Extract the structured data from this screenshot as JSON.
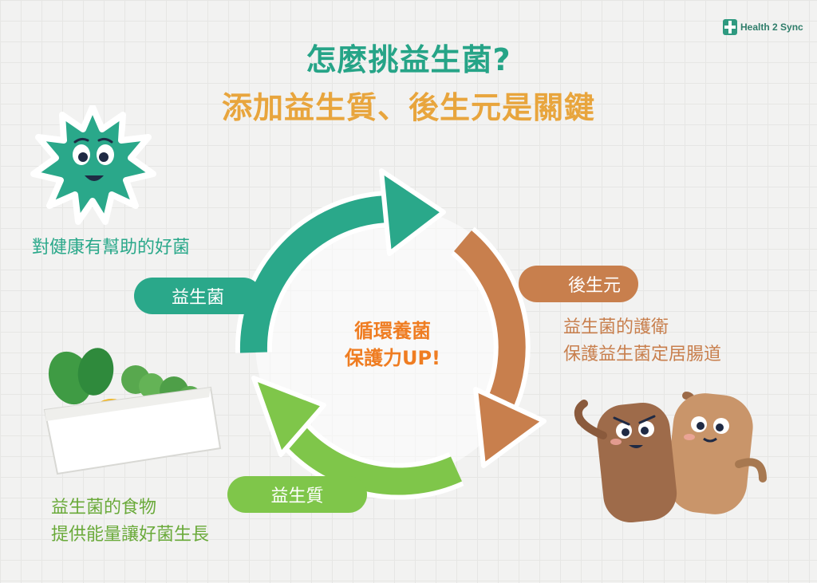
{
  "brand": {
    "logo_text": "Health 2 Sync"
  },
  "title": {
    "line1": "怎麼挑益生菌?",
    "line2": "添加益生質、後生元是關鍵"
  },
  "cycle": {
    "center_line1": "循環養菌",
    "center_line2": "保護力UP!",
    "probiotic": {
      "label": "益生菌",
      "desc": "對健康有幫助的好菌"
    },
    "postbiotic": {
      "label": "後生元",
      "desc_line1": "益生菌的護衛",
      "desc_line2": "保護益生菌定居腸道"
    },
    "prebiotic": {
      "label": "益生質",
      "desc_line1": "益生菌的食物",
      "desc_line2": "提供能量讓好菌生長"
    }
  },
  "colors": {
    "green": "#2aa88a",
    "brown": "#c87f4d",
    "lime": "#7fc64a",
    "orange": "#ef7d22",
    "gold": "#e8a53d"
  }
}
